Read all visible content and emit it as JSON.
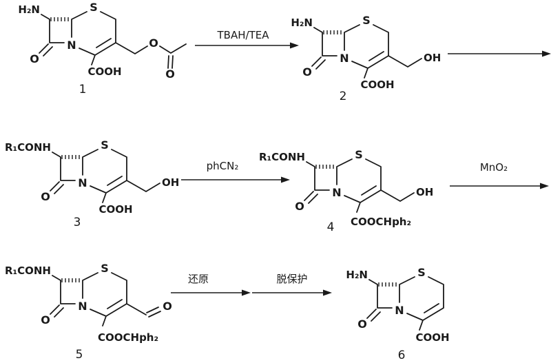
{
  "colors": {
    "ink": "#1a1a1a",
    "background": "#ffffff"
  },
  "structures": {
    "s1": {
      "amine": "H₂N",
      "sulfur": "S",
      "nitrogen": "N",
      "lactam_oxygen": "O",
      "ester_oxygen": "O",
      "acetyl_oxygen": "O",
      "acid": "COOH",
      "number": "1"
    },
    "s2": {
      "amine": "H₂N",
      "sulfur": "S",
      "nitrogen": "N",
      "lactam_oxygen": "O",
      "hydroxyl": "OH",
      "acid": "COOH",
      "number": "2"
    },
    "s3": {
      "amine": "R₁CONH",
      "sulfur": "S",
      "nitrogen": "N",
      "lactam_oxygen": "O",
      "hydroxyl": "OH",
      "acid": "COOH",
      "number": "3"
    },
    "s4": {
      "amine": "R₁CONH",
      "sulfur": "S",
      "nitrogen": "N",
      "lactam_oxygen": "O",
      "hydroxyl": "OH",
      "acid": "COOCHph₂",
      "number": "4"
    },
    "s5": {
      "amine": "R₁CONH",
      "sulfur": "S",
      "nitrogen": "N",
      "lactam_oxygen": "O",
      "aldehyde_oxygen": "O",
      "acid": "COOCHph₂",
      "number": "5"
    },
    "s6": {
      "amine": "H₂N",
      "sulfur": "S",
      "nitrogen": "N",
      "lactam_oxygen": "O",
      "acid": "COOH",
      "number": "6"
    }
  },
  "arrows": {
    "step1": {
      "label": "TBAH/TEA"
    },
    "step2": {
      "label": ""
    },
    "step3": {
      "label": "phCN₂"
    },
    "step4": {
      "label": "MnO₂"
    },
    "step5": {
      "label": "还原"
    },
    "step6": {
      "label": "脱保护"
    }
  }
}
